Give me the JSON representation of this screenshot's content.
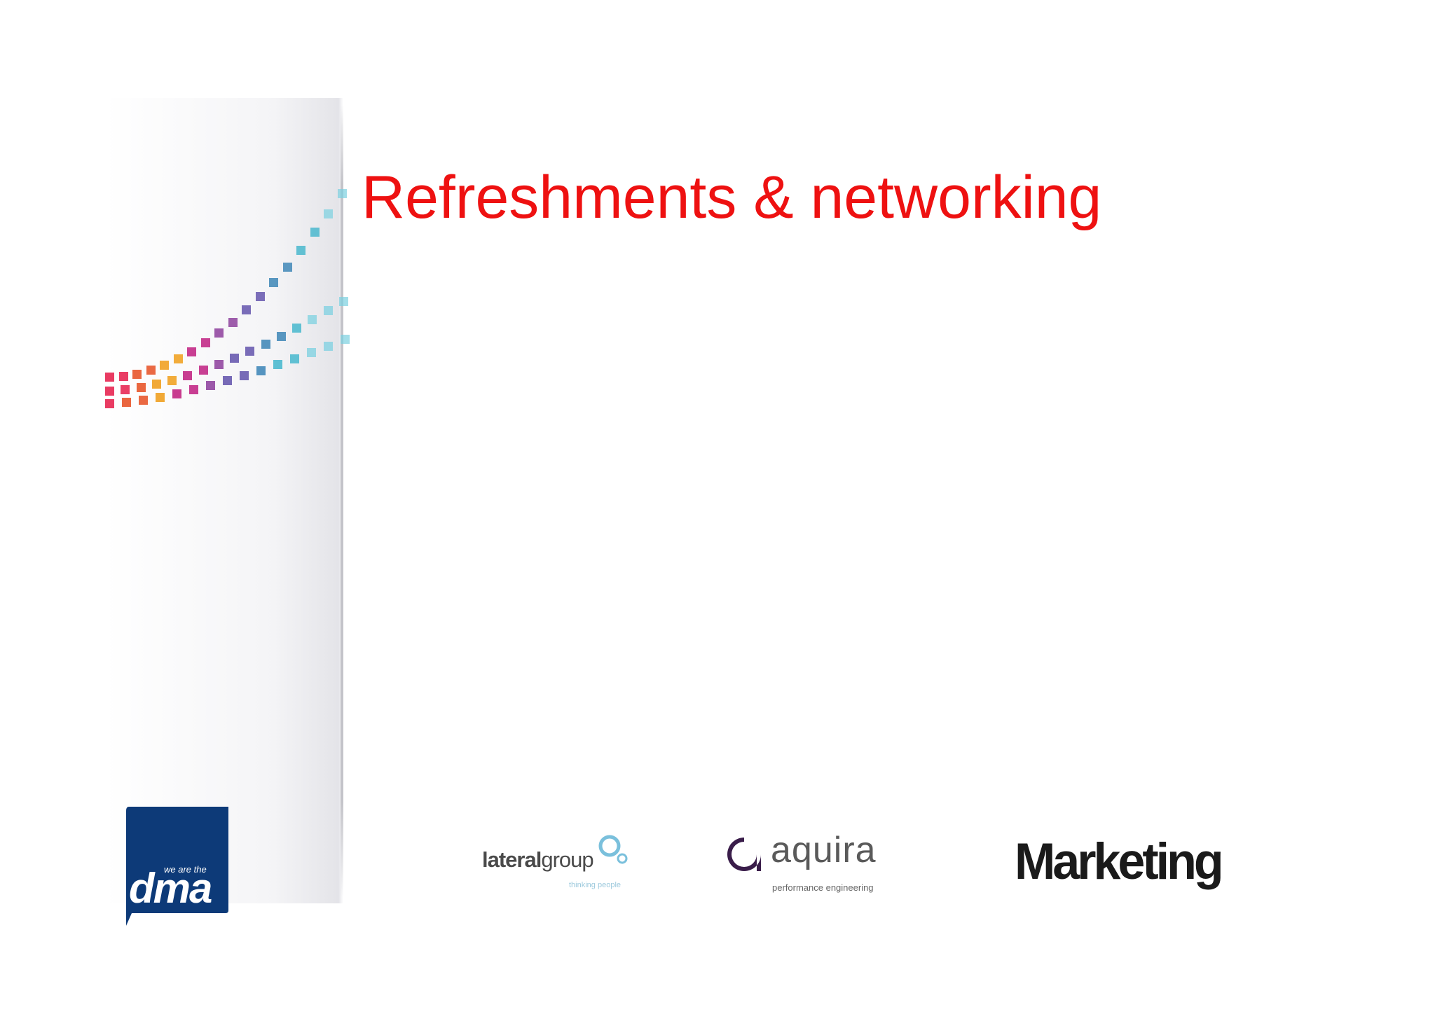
{
  "slide": {
    "title": "Refreshments & networking",
    "title_color": "#ee1111"
  },
  "decoration": {
    "icon": "dotted-swoosh-graphic",
    "colors": [
      "#e8305a",
      "#e85a30",
      "#f0a020",
      "#c02080",
      "#8a3a9a",
      "#5a4aa8",
      "#2a7ab0",
      "#30b0c8",
      "#7ad0e0"
    ]
  },
  "logos": {
    "dma": {
      "small": "we are the",
      "big": "dma",
      "color": "#0d3a78"
    },
    "lateral": {
      "name_bold": "lateral",
      "name_light": "group",
      "tagline": "thinking people",
      "accent": "#7ac0dc"
    },
    "aquira": {
      "name": "aquira",
      "tagline": "performance engineering",
      "mark_color": "#3a1d4a"
    },
    "marketing": {
      "name": "Marketing"
    }
  }
}
